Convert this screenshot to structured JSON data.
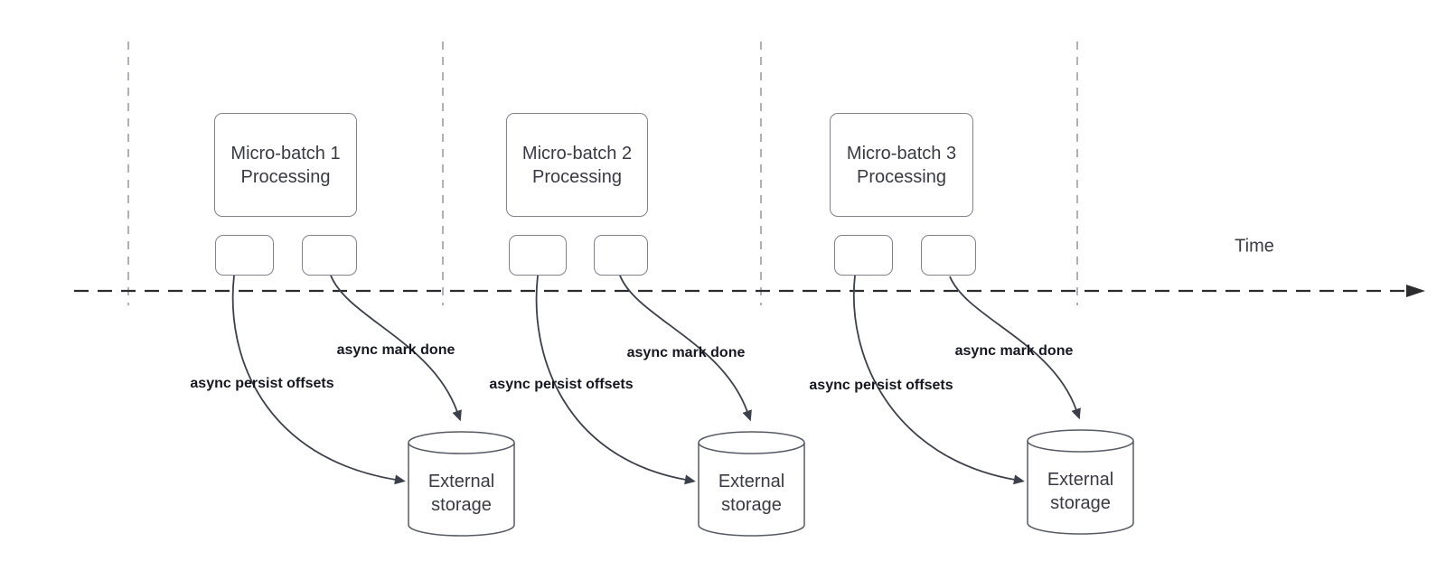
{
  "timeline": {
    "label": "Time"
  },
  "batches": [
    {
      "name": "Micro-batch 1\nProcessing",
      "persist_label": "async persist offsets",
      "done_label": "async mark done",
      "storage_label": "External\nstorage"
    },
    {
      "name": "Micro-batch 2\nProcessing",
      "persist_label": "async persist offsets",
      "done_label": "async mark done",
      "storage_label": "External\nstorage"
    },
    {
      "name": "Micro-batch 3\nProcessing",
      "persist_label": "async persist offsets",
      "done_label": "async mark done",
      "storage_label": "External\nstorage"
    }
  ],
  "colors": {
    "arrow": "#3c404b",
    "timeline": "#2c2c2e",
    "guide": "#b0b0b5",
    "node_border": "#82828c",
    "node_text": "#3a3a44",
    "label_text": "#171721"
  }
}
